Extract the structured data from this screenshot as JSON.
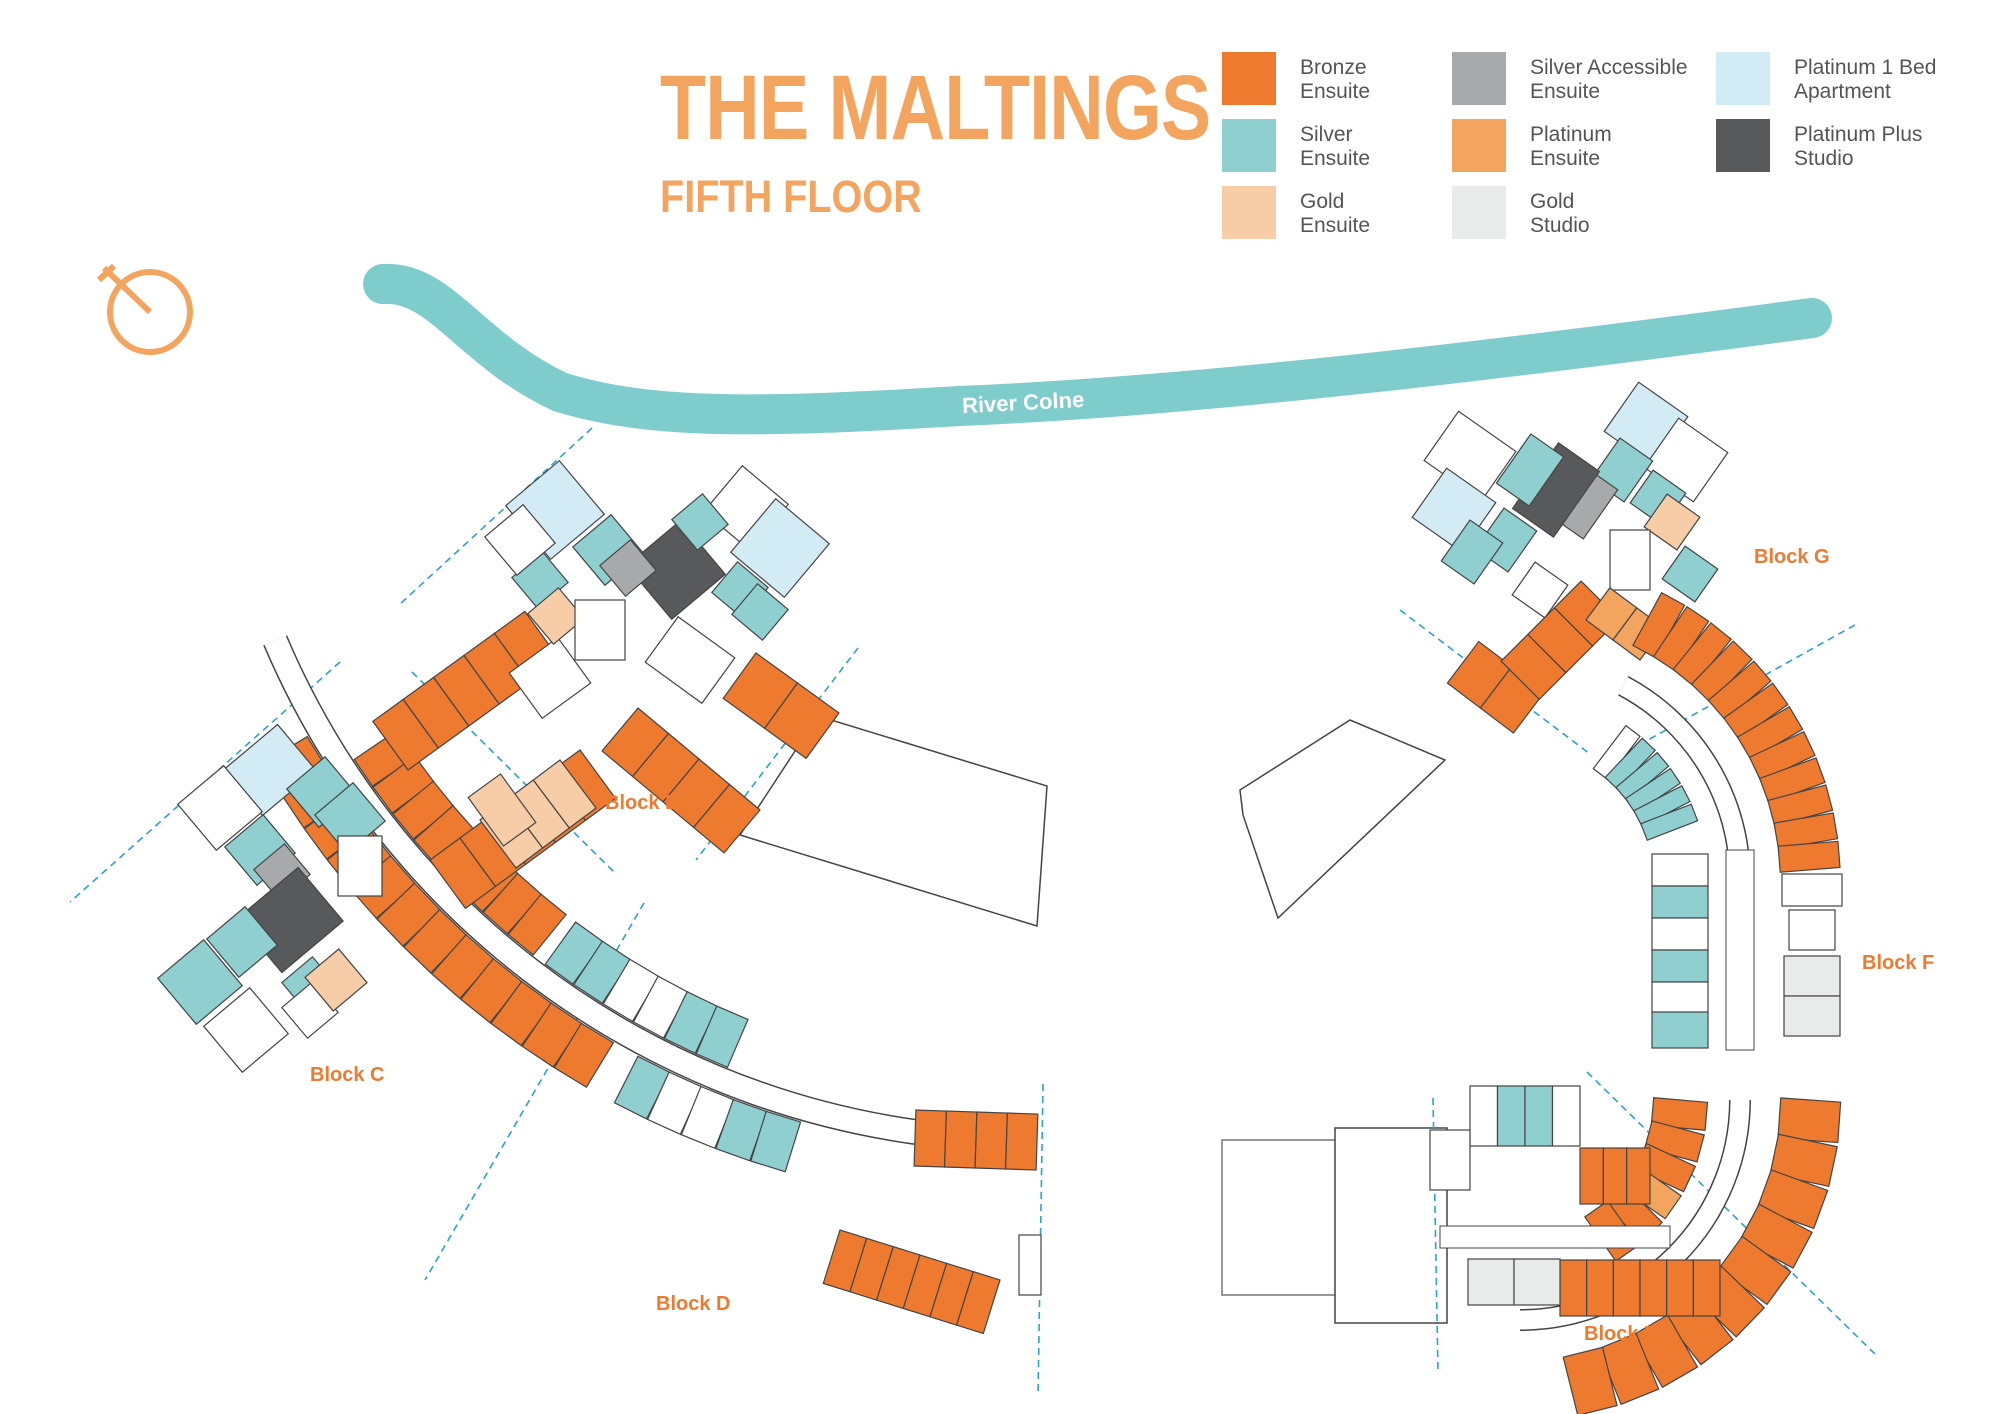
{
  "title": "THE MALTINGS",
  "subtitle": "FIFTH FLOOR",
  "legend": [
    {
      "line1": "Bronze",
      "line2": "Ensuite",
      "color": "#ee7a2f"
    },
    {
      "line1": "Silver",
      "line2": "Ensuite",
      "color": "#8fcfcf"
    },
    {
      "line1": "Gold",
      "line2": "Ensuite",
      "color": "#f7cda8"
    },
    {
      "line1": "Silver Accessible",
      "line2": "Ensuite",
      "color": "#a7a9ab"
    },
    {
      "line1": "Platinum",
      "line2": "Ensuite",
      "color": "#f3a55f"
    },
    {
      "line1": "Gold",
      "line2": "Studio",
      "color": "#e9eaea"
    },
    {
      "line1": "Platinum 1 Bed",
      "line2": "Apartment",
      "color": "#d3ebf4"
    },
    {
      "line1": "Platinum Plus",
      "line2": "Studio",
      "color": "#58595b"
    }
  ],
  "river": {
    "name": "River Colne",
    "color": "#7ecccc"
  },
  "blocks": {
    "b": "Block B",
    "c": "Block C",
    "d": "Block D",
    "e": "Block E",
    "f": "Block F",
    "g": "Block G"
  },
  "compass_icon": "compass-icon",
  "colors": {
    "accent": "#f3a55f",
    "bronze": "#ee7a2f",
    "silver": "#8fcfcf",
    "outline": "#444444",
    "guide": "#2aa3c7"
  }
}
